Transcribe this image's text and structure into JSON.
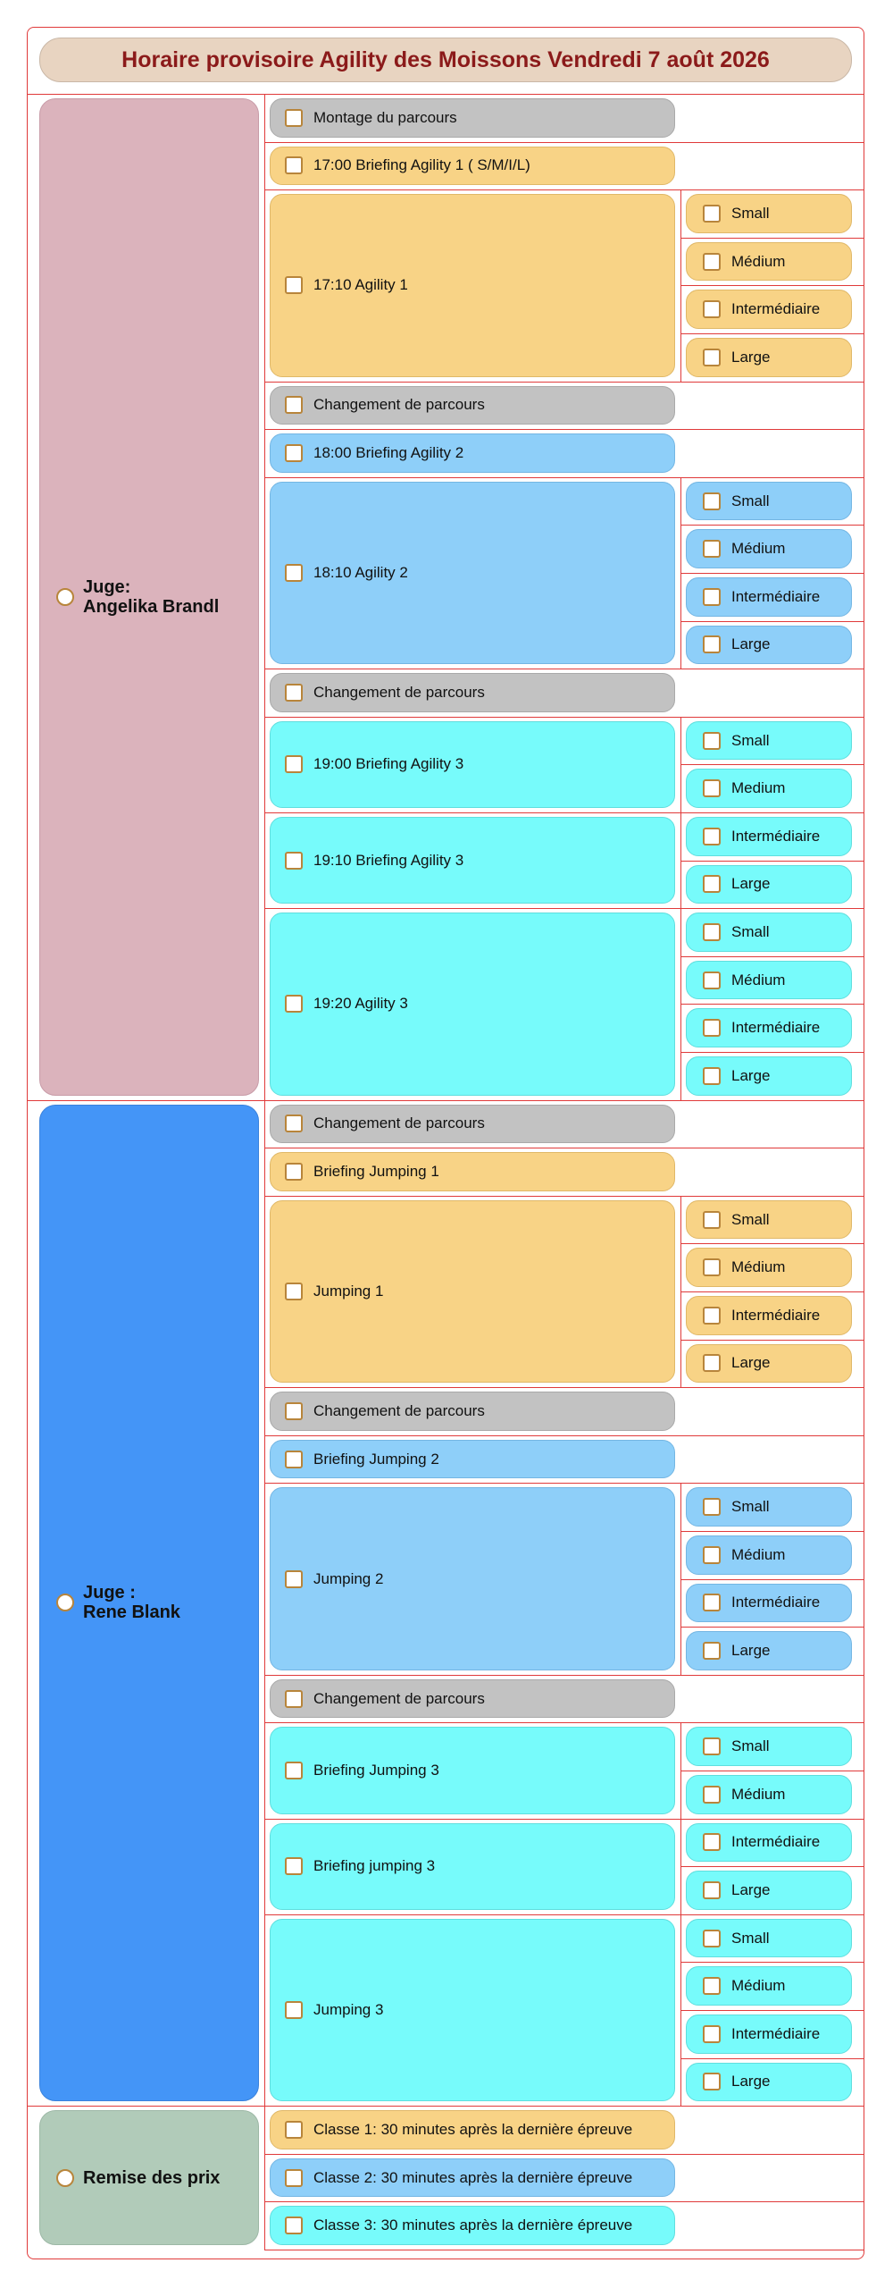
{
  "title": "Horaire provisoire Agility des Moissons Vendredi 7 août 2026",
  "judges": [
    {
      "label": "Juge:\nAngelika Brandl"
    },
    {
      "label": "Juge :\nRene Blank"
    },
    {
      "label": "Remise des prix"
    }
  ],
  "colors": {
    "grey": "#c2c2c2",
    "yellow": "#f8d386",
    "blue": "#8ecff9",
    "cyan": "#77fbfb",
    "judge_pink": "#dbb3bc",
    "judge_blue": "#4495f7",
    "judge_green": "#b1cbb9",
    "title_text": "#8b1a1a",
    "rule": "#e03a3a"
  },
  "events": [
    "Montage du parcours",
    "17:00 Briefing Agility 1 ( S/M/I/L)",
    "17:10 Agility 1",
    "Changement de parcours",
    "18:00 Briefing Agility 2",
    "18:10 Agility 2",
    "Changement de parcours",
    "19:00 Briefing Agility 3",
    "19:10 Briefing Agility 3",
    "19:20 Agility 3",
    "Changement de parcours",
    "Briefing Jumping 1",
    "Jumping 1",
    "Changement de parcours",
    "Briefing Jumping 2",
    "Jumping 2",
    "Changement de parcours",
    "Briefing Jumping 3",
    "Briefing jumping 3",
    "Jumping 3",
    "Classe 1: 30 minutes après la dernière épreuve",
    "Classe 2: 30 minutes après la dernière épreuve",
    "Classe 3: 30 minutes après la dernière épreuve"
  ],
  "sizes": [
    "Small",
    "Médium",
    "Intermédiaire",
    "Large",
    "Small",
    "Médium",
    "Intermédiaire",
    "Large",
    "Small",
    "Medium",
    "Intermédiaire",
    "Large",
    "Small",
    "Médium",
    "Intermédiaire",
    "Large",
    "Small",
    "Médium",
    "Intermédiaire",
    "Large",
    "Small",
    "Médium",
    "Intermédiaire",
    "Large",
    "Small",
    "Médium",
    "Intermédiaire",
    "Large",
    "Small",
    "Médium",
    "Intermédiaire",
    "Large"
  ]
}
